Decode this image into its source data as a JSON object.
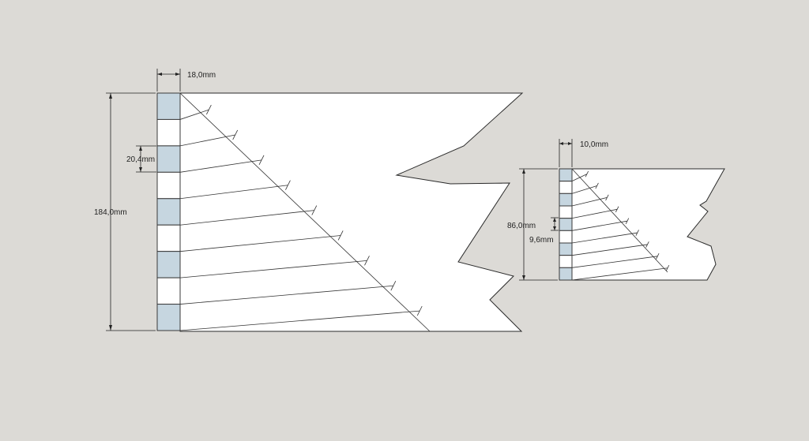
{
  "drawing": {
    "background_color": "#dcdad6",
    "strip_color": "#c6d6e0",
    "large_part": {
      "width_label": "18,0mm",
      "height_label": "184,0mm",
      "segment_label": "20,4mm",
      "segments": 9
    },
    "small_part": {
      "width_label": "10,0mm",
      "height_label": "86,0mm",
      "segment_label": "9,6mm",
      "segments": 9
    }
  }
}
